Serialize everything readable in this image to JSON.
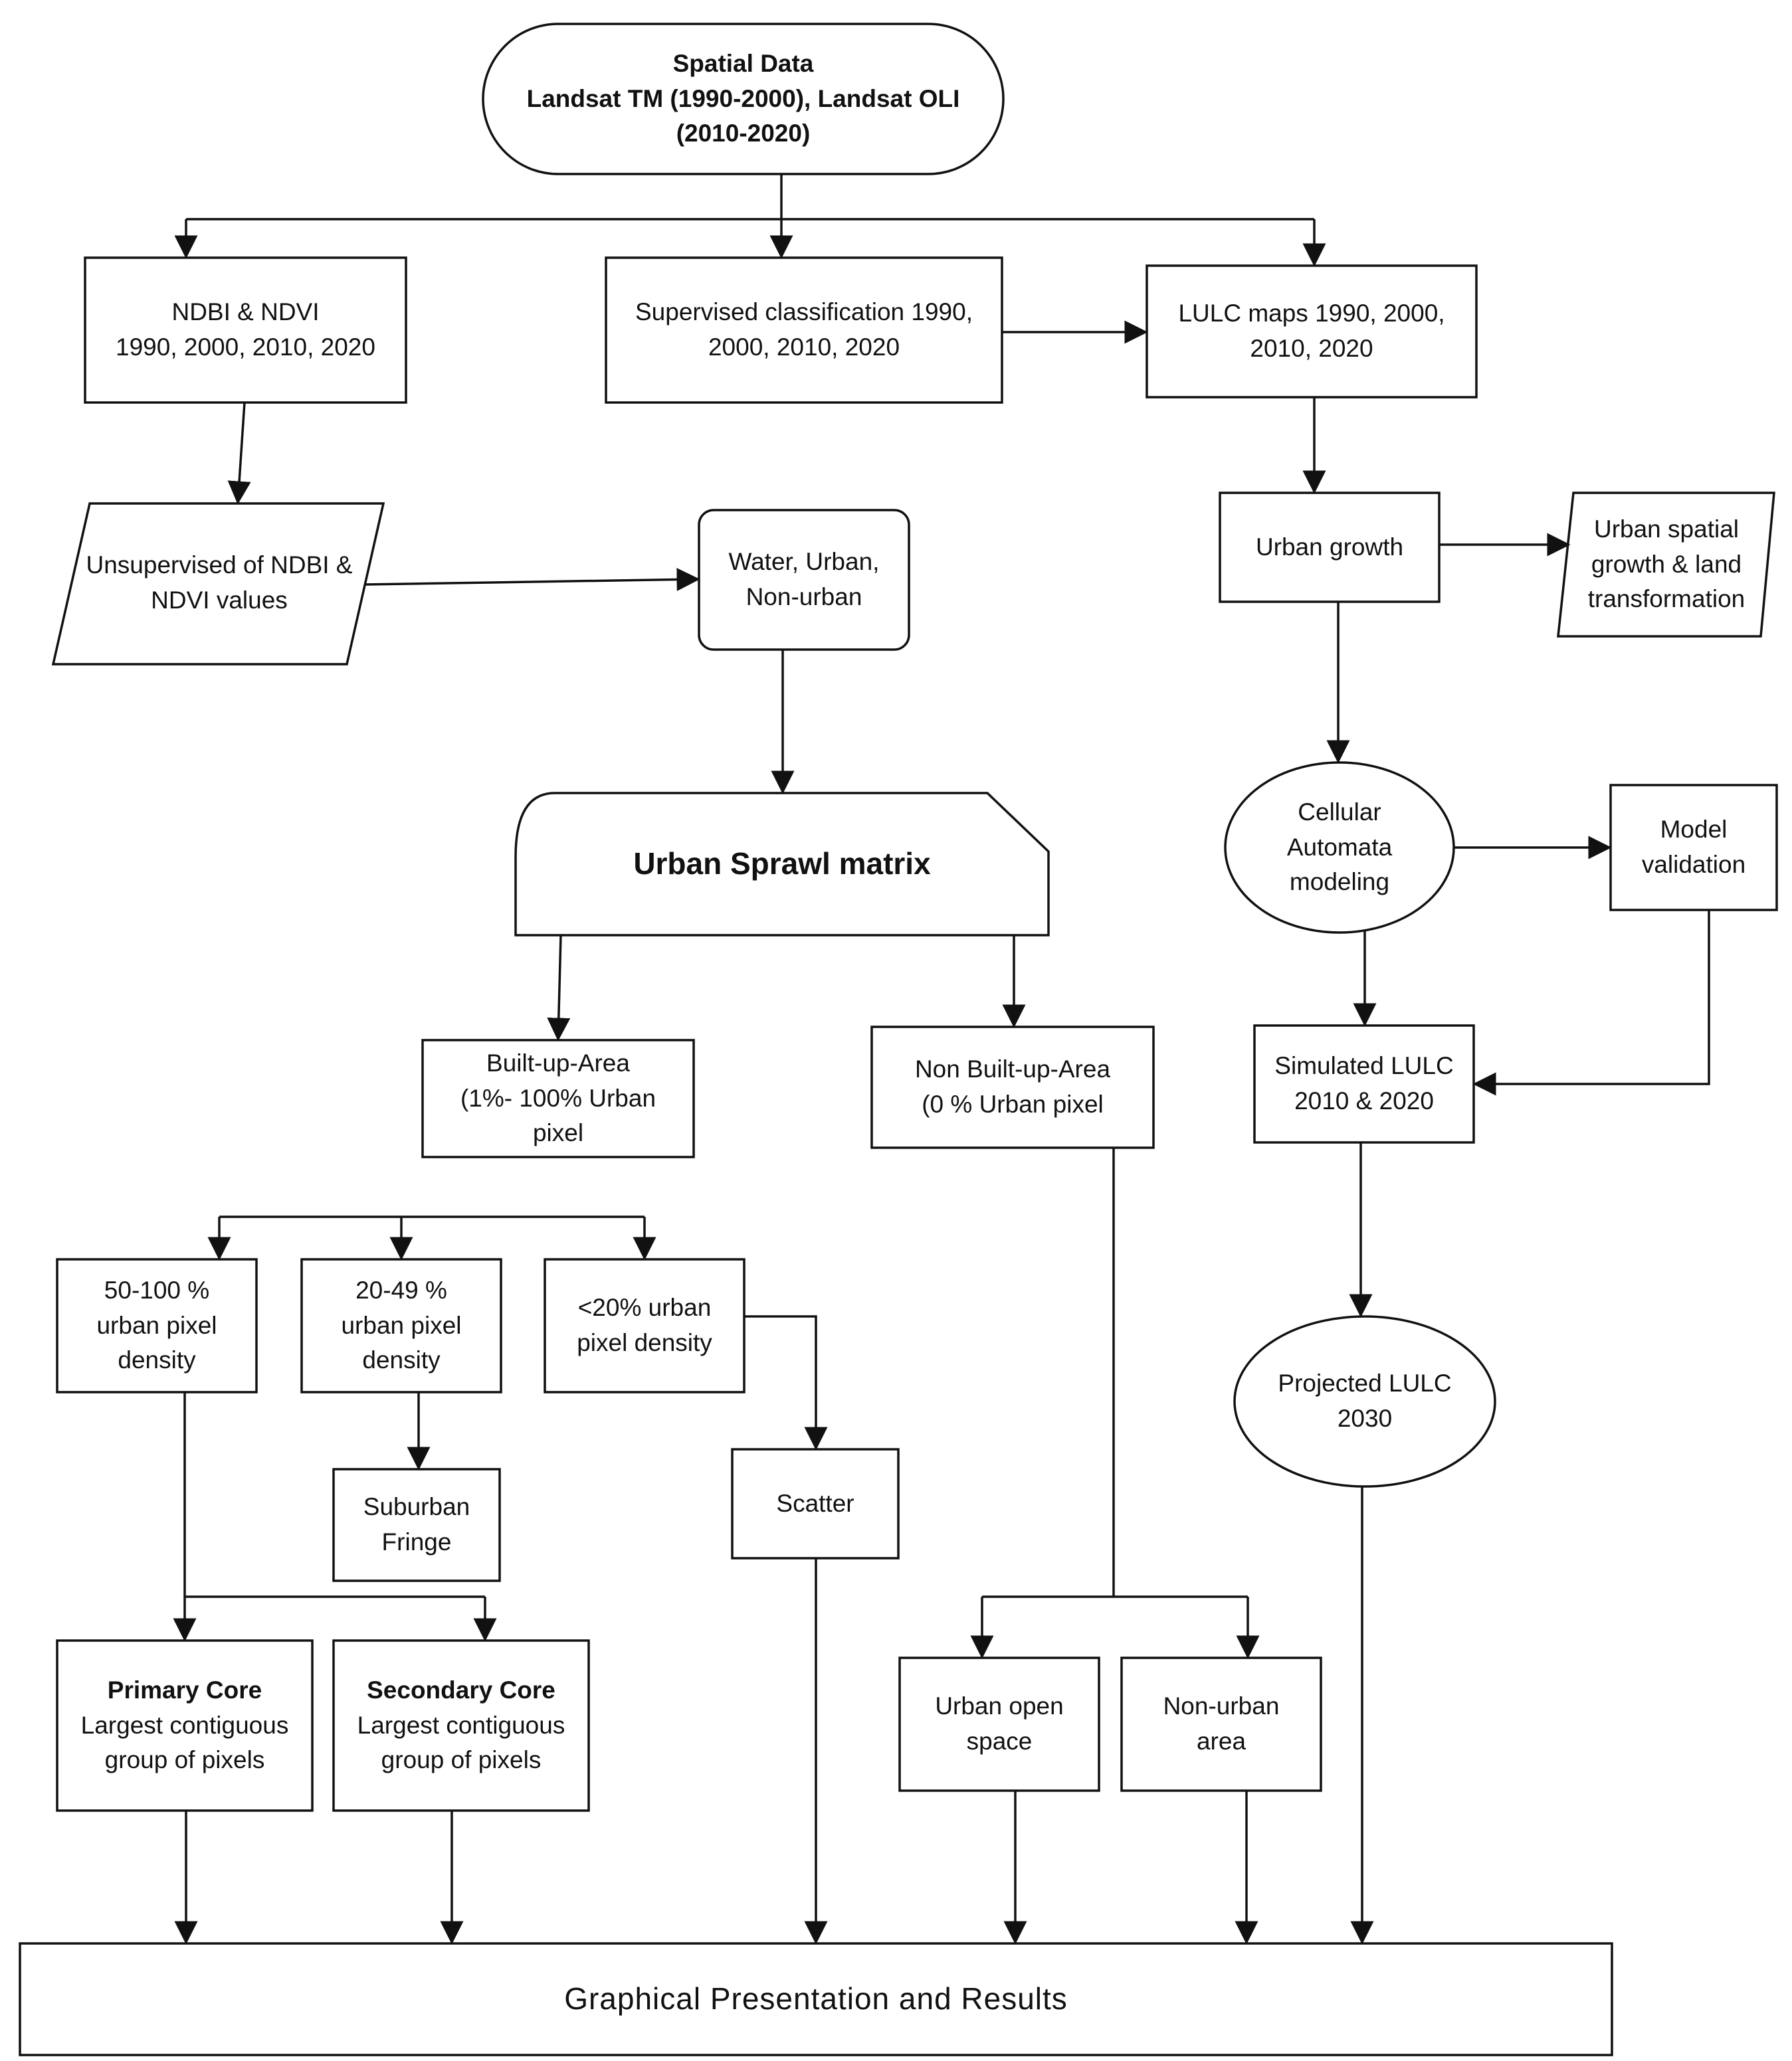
{
  "nodes": {
    "spatial_data": {
      "title": "Spatial Data",
      "line1": "Landsat TM (1990-2000), Landsat OLI",
      "line2": "(2010-2020)"
    },
    "ndbi_ndvi": {
      "line1": "NDBI & NDVI",
      "line2": "1990, 2000, 2010, 2020"
    },
    "supervised": {
      "line1": "Supervised classification 1990,",
      "line2": "2000, 2010, 2020"
    },
    "lulc_maps": {
      "line1": "LULC maps 1990, 2000,",
      "line2": "2010, 2020"
    },
    "unsupervised": {
      "line1": "Unsupervised of NDBI &",
      "line2": "NDVI values"
    },
    "water_urban": {
      "line1": "Water, Urban,",
      "line2": "Non-urban"
    },
    "urban_growth": {
      "line1": "Urban growth"
    },
    "urban_spatial": {
      "line1": "Urban spatial",
      "line2": "growth & land",
      "line3": "transformation"
    },
    "sprawl_matrix": {
      "line1": "Urban Sprawl matrix"
    },
    "cellular_automata": {
      "line1": "Cellular",
      "line2": "Automata",
      "line3": "modeling"
    },
    "model_validation": {
      "line1": "Model",
      "line2": "validation"
    },
    "built_up": {
      "line1": "Built-up-Area",
      "line2": "(1%- 100% Urban",
      "line3": "pixel"
    },
    "non_built_up": {
      "line1": "Non Built-up-Area",
      "line2": "(0 % Urban pixel"
    },
    "simulated_lulc": {
      "line1": "Simulated LULC",
      "line2": "2010 & 2020"
    },
    "density_high": {
      "line1": "50-100 %",
      "line2": "urban pixel",
      "line3": "density"
    },
    "density_mid": {
      "line1": "20-49 %",
      "line2": "urban pixel",
      "line3": "density"
    },
    "density_low": {
      "line1": "<20% urban",
      "line2": "pixel density"
    },
    "projected_lulc": {
      "line1": "Projected LULC",
      "line2": "2030"
    },
    "suburban_fringe": {
      "line1": "Suburban",
      "line2": "Fringe"
    },
    "scatter": {
      "line1": "Scatter"
    },
    "primary_core": {
      "title": "Primary Core",
      "line1": "Largest contiguous",
      "line2": "group of pixels"
    },
    "secondary_core": {
      "title": "Secondary Core",
      "line1": "Largest contiguous",
      "line2": "group of pixels"
    },
    "urban_open_space": {
      "line1": "Urban open",
      "line2": "space"
    },
    "non_urban_area": {
      "line1": "Non-urban",
      "line2": "area"
    },
    "graphical": {
      "line1": "Graphical Presentation and Results"
    }
  }
}
